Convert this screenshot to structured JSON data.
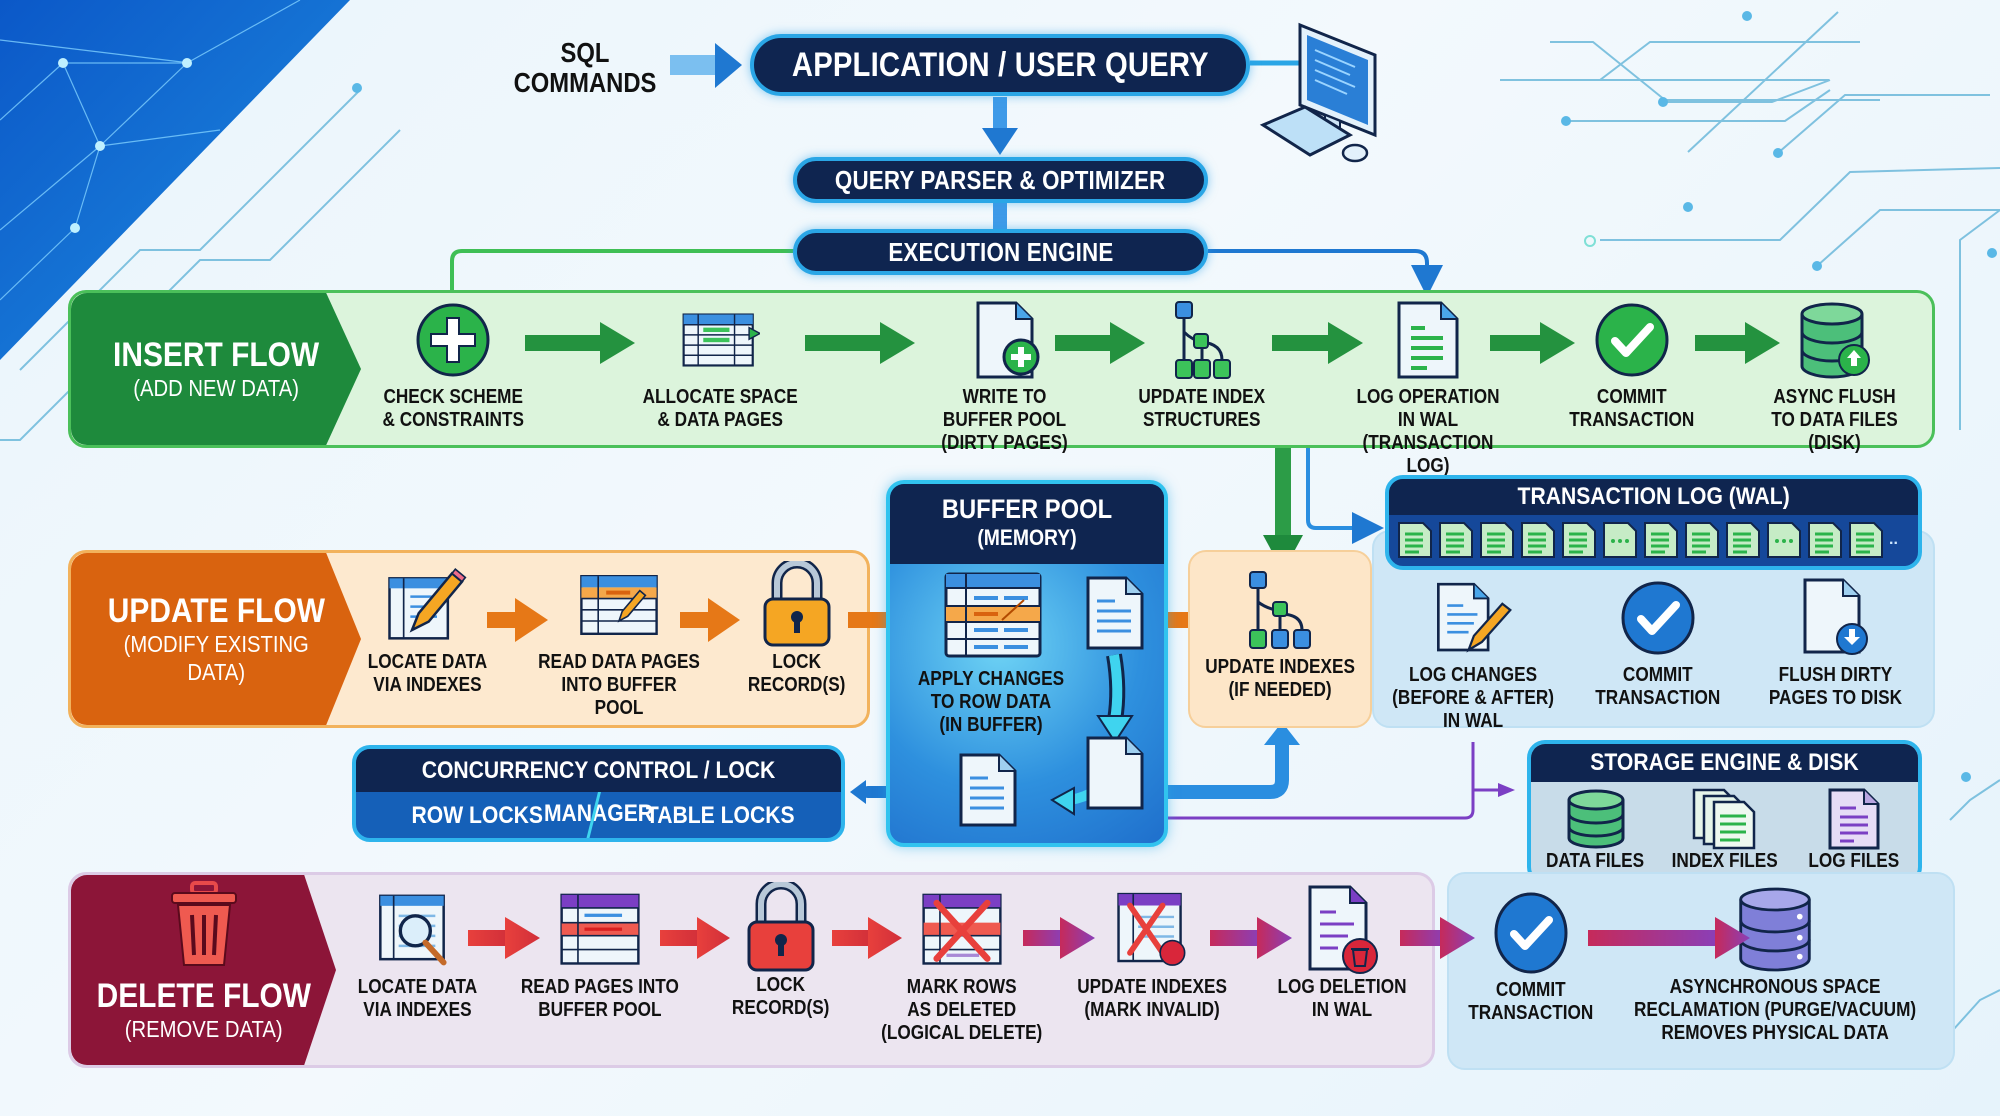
{
  "top": {
    "sql_commands": "SQL\nCOMMANDS",
    "app_query": "APPLICATION / USER QUERY",
    "parser": "QUERY PARSER & OPTIMIZER",
    "engine": "EXECUTION ENGINE"
  },
  "insert": {
    "title": "INSERT FLOW",
    "subtitle": "(ADD NEW DATA)",
    "color": "#1e8a3c",
    "steps": [
      {
        "label": "CHECK SCHEME\n& CONSTRAINTS",
        "icon": "plus-circle-icon"
      },
      {
        "label": "ALLOCATE SPACE\n& DATA PAGES",
        "icon": "table-page-icon"
      },
      {
        "label": "WRITE TO\nBUFFER POOL\n(DIRTY PAGES)",
        "icon": "document-plus-icon"
      },
      {
        "label": "UPDATE INDEX\nSTRUCTURES",
        "icon": "index-tree-icon"
      },
      {
        "label": "LOG OPERATION\nIN WAL\n(TRANSACTION LOG)",
        "icon": "log-document-icon"
      },
      {
        "label": "COMMIT\nTRANSACTION",
        "icon": "check-circle-icon"
      },
      {
        "label": "ASYNC FLUSH\nTO DATA FILES\n(DISK)",
        "icon": "database-upload-icon"
      }
    ]
  },
  "update": {
    "title": "UPDATE FLOW",
    "subtitle": "(MODIFY EXISTING\nDATA)",
    "color": "#d9630f",
    "steps": [
      {
        "label": "LOCATE DATA\nVIA INDEXES",
        "icon": "table-pencil-icon"
      },
      {
        "label": "READ DATA PAGES\nINTO BUFFER POOL",
        "icon": "table-edit-icon"
      },
      {
        "label": "LOCK\nRECORD(S)",
        "icon": "lock-icon"
      }
    ],
    "update_indexes": "UPDATE INDEXES\n(IF NEEDED)",
    "right_steps": [
      {
        "label": "LOG CHANGES\n(BEFORE & AFTER)\nIN WAL",
        "icon": "document-pencil-icon"
      },
      {
        "label": "COMMIT\nTRANSACTION",
        "icon": "check-circle-icon"
      },
      {
        "label": "FLUSH DIRTY\nPAGES TO DISK",
        "icon": "document-download-icon"
      }
    ]
  },
  "buffer_pool": {
    "title": "BUFFER POOL",
    "subtitle": "(MEMORY)",
    "step": "APPLY CHANGES\nTO ROW DATA\n(IN BUFFER)"
  },
  "wal": {
    "title": "TRANSACTION LOG (WAL)",
    "pages": [
      "list",
      "list",
      "list",
      "list",
      "list",
      "ellipsis",
      "list",
      "list",
      "list",
      "ellipsis",
      "list",
      "list"
    ],
    "trailing": ".."
  },
  "concurrency": {
    "title": "CONCURRENCY CONTROL / LOCK MANAGER",
    "row_locks": "ROW LOCKS",
    "table_locks": "TABLE LOCKS"
  },
  "storage": {
    "title": "STORAGE ENGINE & DISK",
    "items": [
      {
        "label": "DATA FILES",
        "icon": "database-icon"
      },
      {
        "label": "INDEX FILES",
        "icon": "index-files-icon"
      },
      {
        "label": "LOG FILES",
        "icon": "log-file-icon"
      }
    ]
  },
  "delete": {
    "title": "DELETE FLOW",
    "subtitle": "(REMOVE DATA)",
    "color": "#8c1538",
    "steps": [
      {
        "label": "LOCATE DATA\nVIA INDEXES",
        "icon": "table-search-icon"
      },
      {
        "label": "READ PAGES INTO\nBUFFER POOL",
        "icon": "table-page-icon"
      },
      {
        "label": "LOCK\nRECORD(S)",
        "icon": "lock-icon"
      },
      {
        "label": "MARK ROWS\nAS DELETED\n(LOGICAL DELETE)",
        "icon": "table-x-icon"
      },
      {
        "label": "UPDATE INDEXES\n(MARK INVALID)",
        "icon": "index-x-icon"
      },
      {
        "label": "LOG DELETION\nIN WAL",
        "icon": "log-trash-icon"
      },
      {
        "label": "COMMIT\nTRANSACTION",
        "icon": "check-circle-icon"
      },
      {
        "label": "ASYNCHRONOUS SPACE\nRECLAMATION (PURGE/VACUUM)\nREMOVES PHYSICAL DATA",
        "icon": "database-icon"
      }
    ]
  },
  "colors": {
    "navy": "#0f2550",
    "cyan_border": "#2aa6e6",
    "insert_green": "#1e8a3c",
    "update_orange": "#d9630f",
    "delete_maroon": "#8c1538",
    "blue_arrow": "#1f78d1",
    "purple_line": "#7b3fc4"
  }
}
